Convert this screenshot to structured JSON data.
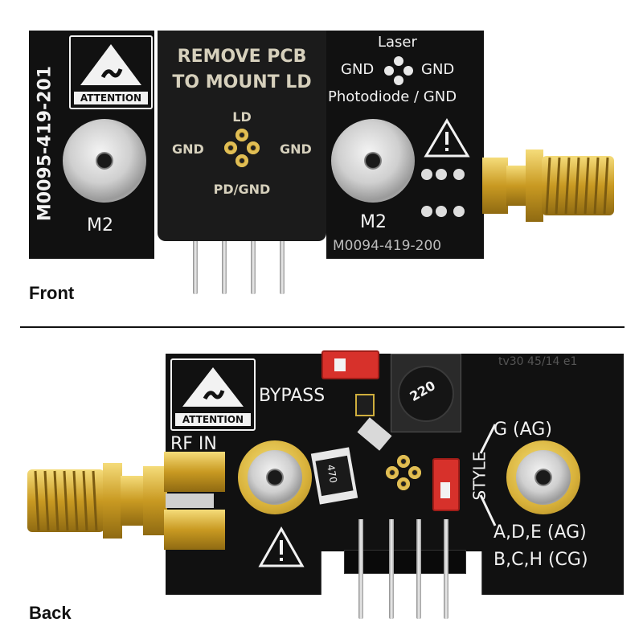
{
  "front": {
    "caption": "Front",
    "left_board": {
      "part_number": "M0095-419-201",
      "esd_label": "ATTENTION",
      "mount_label": "M2"
    },
    "center_board": {
      "line1": "REMOVE PCB",
      "line2": "TO MOUNT LD",
      "pin_top": "LD",
      "pin_left": "GND",
      "pin_right": "GND",
      "pin_bottom": "PD/GND"
    },
    "right_board": {
      "laser_label": "Laser",
      "gnd_left": "GND",
      "gnd_right": "GND",
      "photodiode_label": "Photodiode / GND",
      "mount_label": "M2",
      "part_number": "M0094-419-200"
    }
  },
  "back": {
    "caption": "Back",
    "esd_label": "ATTENTION",
    "bypass_label": "BYPASS",
    "rf_in_label": "RF IN",
    "inductor_value": "220",
    "resistor_value": "470",
    "style_label": "STYLE",
    "opt_g": "G (AG)",
    "opt_ade": "A,D,E (AG)",
    "opt_bch": "B,C,H (CG)",
    "serial_faint": "tv30 45/14 e1"
  },
  "colors": {
    "pcb": "#111111",
    "silkscreen": "#f2f2f2",
    "gold": "#d8b13a",
    "jumper_red": "#d7312b"
  }
}
